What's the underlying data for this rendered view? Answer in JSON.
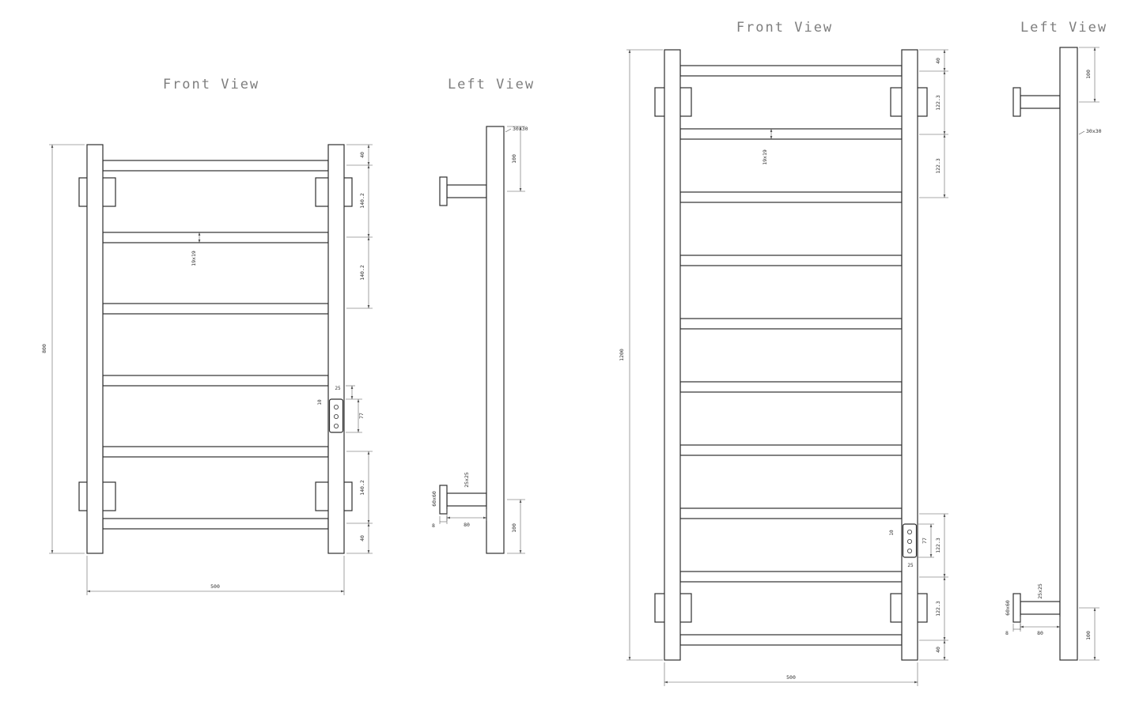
{
  "document": {
    "background": "#ffffff",
    "line_color": "#2f2f2f",
    "dim_color": "#555555"
  },
  "views": {
    "front_800": {
      "title": "Front View",
      "overall_height": "800",
      "overall_width": "500",
      "end_offset": "40",
      "bar_spacing": "140.2",
      "bar_section": "19x19",
      "control_gap": "25",
      "control_inset": "10",
      "control_height": "77"
    },
    "left_800": {
      "title": "Left View",
      "profile_section": "30x30",
      "bracket_offset": "100",
      "arm_section": "25x25",
      "plate_section": "60x60",
      "plate_thickness": "8",
      "arm_length": "80"
    },
    "front_1200": {
      "title": "Front View",
      "overall_height": "1200",
      "overall_width": "500",
      "end_offset": "40",
      "bar_spacing": "122.3",
      "bar_section": "19x19",
      "control_gap": "25",
      "control_inset": "10",
      "control_height": "77"
    },
    "left_1200": {
      "title": "Left View",
      "profile_section": "30x30",
      "bracket_offset": "100",
      "arm_section": "25x25",
      "plate_section": "60x60",
      "plate_thickness": "8",
      "arm_length": "80"
    }
  }
}
